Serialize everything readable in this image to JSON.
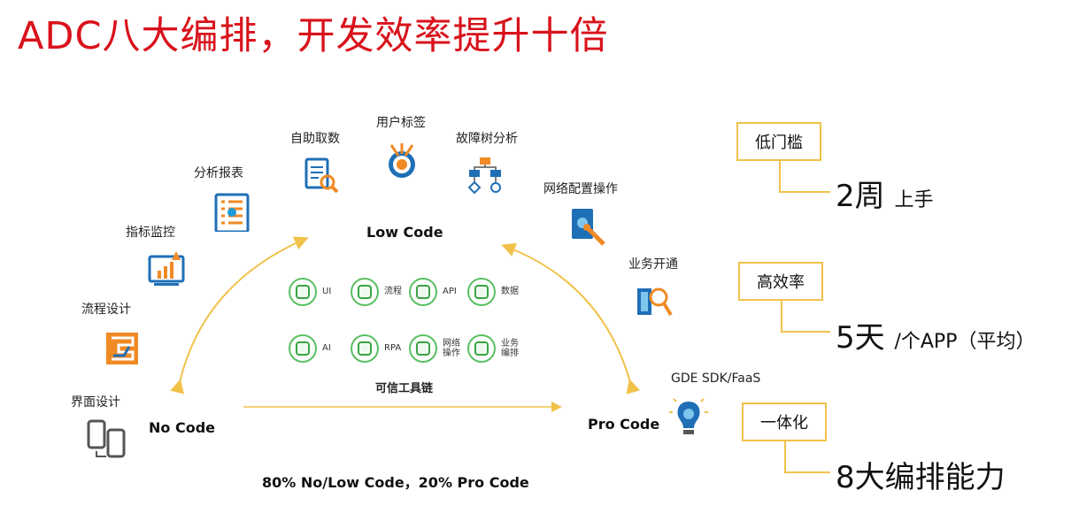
{
  "title": "ADC八大编排，开发效率提升十倍",
  "colors": {
    "title": "#d9121b",
    "accent_yellow": "#f1c24a",
    "arrow": "#f1c24a",
    "tool_green": "#5bbf63",
    "icon_blue": "#1f6fb6",
    "icon_orange": "#f08a24"
  },
  "nodes": {
    "user_tags": "用户标签",
    "self_fetch": "自助取数",
    "fault_tree": "故障树分析",
    "analysis_report": "分析报表",
    "network_config": "网络配置操作",
    "metric_monitor": "指标监控",
    "business_open": "业务开通",
    "process_design": "流程设计",
    "ui_design": "界面设计",
    "gde": "GDE SDK/FaaS"
  },
  "center": {
    "low_code": "Low Code",
    "no_code": "No Code",
    "pro_code": "Pro Code",
    "toolchain_label": "可信工具链",
    "ratio": "80% No/Low Code，20% Pro Code"
  },
  "tools": [
    {
      "label": "UI",
      "icon": "ui-icon"
    },
    {
      "label": "流程",
      "icon": "process-icon"
    },
    {
      "label": "API",
      "icon": "api-icon"
    },
    {
      "label": "数据",
      "icon": "data-icon"
    },
    {
      "label": "AI",
      "icon": "ai-icon"
    },
    {
      "label": "RPA",
      "icon": "rpa-icon"
    },
    {
      "label": "网络\n操作",
      "icon": "network-icon"
    },
    {
      "label": "业务\n编排",
      "icon": "business-icon"
    }
  ],
  "benefits": [
    {
      "box": "低门槛",
      "value": "2周",
      "suffix": "上手"
    },
    {
      "box": "高效率",
      "value": "5天",
      "suffix": "/个APP（平均）"
    },
    {
      "box": "一体化",
      "value": "8大编排能力",
      "suffix": ""
    }
  ]
}
